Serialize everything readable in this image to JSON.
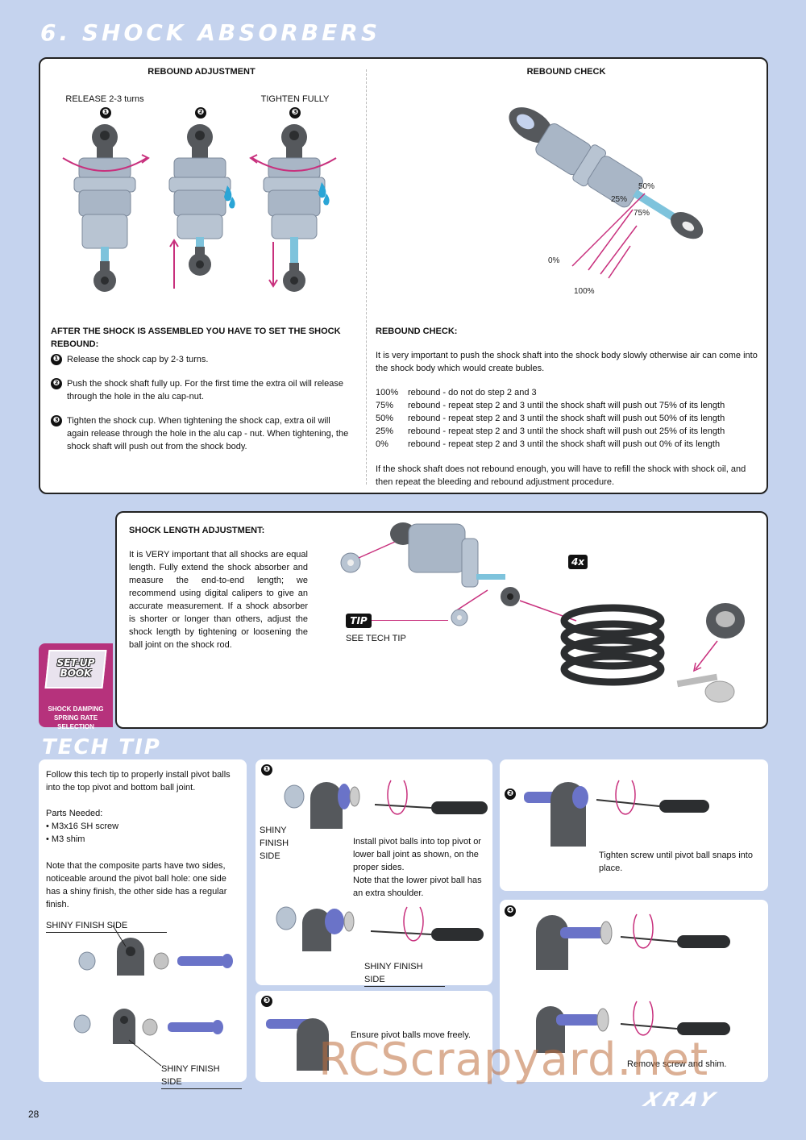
{
  "section_title": "6. SHOCK ABSORBERS",
  "page_number": "28",
  "brand": "XRAY",
  "watermark": "RCScrapyard.net",
  "rebound_adjustment": {
    "heading": "REBOUND ADJUSTMENT",
    "release_label": "RELEASE 2-3 turns",
    "tighten_label": "TIGHTEN FULLY",
    "step_marks": [
      "❶",
      "❷",
      "❸"
    ],
    "subheading": "AFTER THE SHOCK IS ASSEMBLED YOU HAVE TO SET THE SHOCK REBOUND:",
    "steps": [
      "Release the shock cap by 2-3 turns.",
      "Push the shock shaft fully up. For the first time the extra oil will release through the hole in the alu cap-nut.",
      "Tighten the shock cup. When tightening the shock cap, extra oil will again release through the hole in the alu cap - nut. When tightening, the shock shaft will push out from the shock body."
    ]
  },
  "rebound_check": {
    "heading": "REBOUND CHECK",
    "diagram_labels": [
      "50%",
      "25%",
      "75%",
      "0%",
      "100%"
    ],
    "subheading": "REBOUND CHECK:",
    "intro": "It is very important to push the shock shaft into the shock body slowly otherwise air can come into the shock body which would create bubles.",
    "table": [
      {
        "pct": "100%",
        "text": "rebound - do not do step 2 and 3"
      },
      {
        "pct": "75%",
        "text": "rebound - repeat step 2 and 3  until the shock shaft will push out 75% of its length"
      },
      {
        "pct": "50%",
        "text": "rebound - repeat step 2 and 3  until the shock shaft will push out 50% of its length"
      },
      {
        "pct": "25%",
        "text": "rebound - repeat step 2 and 3  until the shock shaft will push out 25% of its length"
      },
      {
        "pct": "0%",
        "text": "rebound - repeat step 2 and 3  until the shock shaft will push out 0% of its length"
      }
    ],
    "outro": "If the shock shaft does not rebound enough, you will have to refill the shock with shock oil, and then repeat the bleeding and rebound adjustment procedure."
  },
  "shock_length": {
    "heading": "SHOCK LENGTH ADJUSTMENT:",
    "body": "It is VERY important that all shocks are equal length. Fully extend the shock absorber and measure the end-to-end length; we recommend using digital calipers to give an accurate measurement. If a shock absorber is shorter or longer than others, adjust the shock length by tightening or loosening the ball joint on the shock rod.",
    "qty_badge": "4x",
    "tip_badge": "TIP",
    "tip_caption": "SEE TECH TIP",
    "setup_book_title": "SET-UP BOOK",
    "setup_book_caption": "SHOCK DAMPING\nSPRING RATE SELECTION"
  },
  "tech_tip": {
    "title": "TECH TIP",
    "intro": "Follow this tech tip to properly install pivot balls into the top pivot and bottom ball joint.",
    "parts_heading": "Parts Needed:",
    "parts": [
      "• M3x16 SH screw",
      "• M3 shim"
    ],
    "note": "Note that the composite parts have two sides, noticeable around the pivot ball hole: one side has a shiny finish, the other side has a regular finish.",
    "shiny_label": "SHINY FINISH SIDE",
    "shiny_label_2line": "SHINY\nFINISH SIDE",
    "step1_text": "Install pivot balls into top pivot or lower ball joint as shown, on the proper sides.",
    "step1_note": "Note that the lower pivot ball has an extra shoulder.",
    "step2_text": "Tighten screw until pivot ball snaps into place.",
    "step3_text": "Ensure pivot balls move freely.",
    "step4_text": "Remove screw and shim.",
    "nums": [
      "❶",
      "❷",
      "❸",
      "❹"
    ]
  },
  "colors": {
    "background": "#c5d3ee",
    "accent_pink": "#c8307d",
    "part_grey": "#55585c",
    "part_blue": "#6a73c8",
    "alu": "#a9b6c6"
  }
}
